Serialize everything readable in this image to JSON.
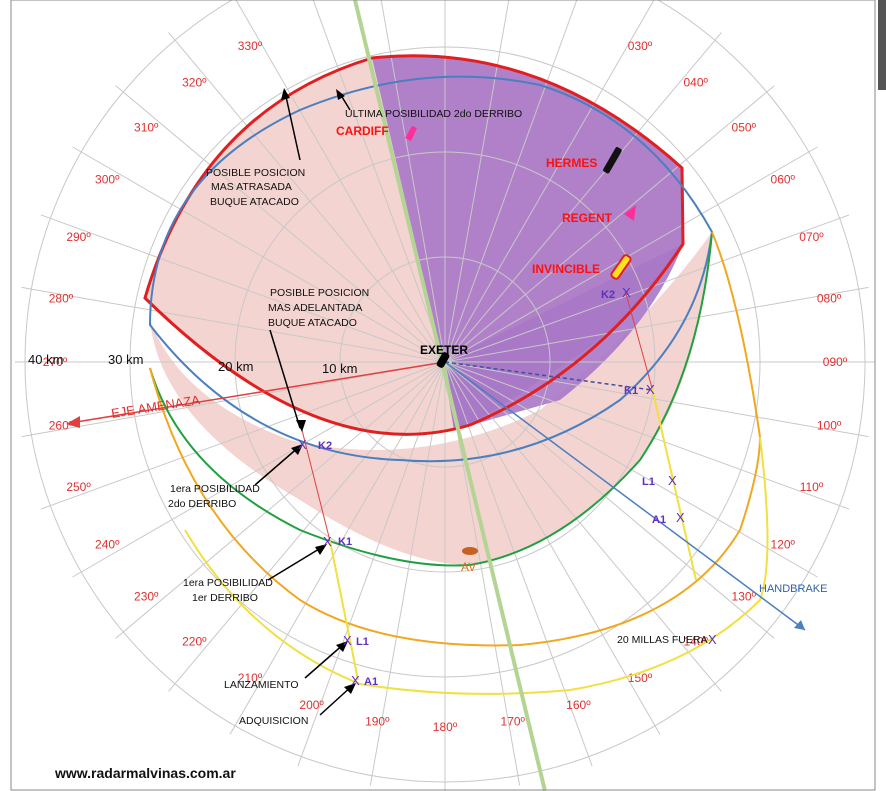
{
  "bearings": [
    {
      "label": "330º",
      "deg": 330
    },
    {
      "label": "320º",
      "deg": 320
    },
    {
      "label": "310º",
      "deg": 310
    },
    {
      "label": "300º",
      "deg": 300
    },
    {
      "label": "290º",
      "deg": 290
    },
    {
      "label": "280º",
      "deg": 280
    },
    {
      "label": "270º",
      "deg": 270
    },
    {
      "label": "260º",
      "deg": 260
    },
    {
      "label": "250º",
      "deg": 250
    },
    {
      "label": "240º",
      "deg": 240
    },
    {
      "label": "230º",
      "deg": 230
    },
    {
      "label": "220º",
      "deg": 220
    },
    {
      "label": "210º",
      "deg": 210
    },
    {
      "label": "200º",
      "deg": 200
    },
    {
      "label": "190º",
      "deg": 190
    },
    {
      "label": "180º",
      "deg": 180
    },
    {
      "label": "170º",
      "deg": 170
    },
    {
      "label": "160º",
      "deg": 160
    },
    {
      "label": "150º",
      "deg": 150
    },
    {
      "label": "140º",
      "deg": 140
    },
    {
      "label": "130º",
      "deg": 130
    },
    {
      "label": "120º",
      "deg": 120
    },
    {
      "label": "110º",
      "deg": 110
    },
    {
      "label": "100º",
      "deg": 100
    },
    {
      "label": "090º",
      "deg": 90
    },
    {
      "label": "080º",
      "deg": 80
    },
    {
      "label": "070º",
      "deg": 70
    },
    {
      "label": "060º",
      "deg": 60
    },
    {
      "label": "050º",
      "deg": 50
    },
    {
      "label": "040º",
      "deg": 40
    },
    {
      "label": "030º",
      "deg": 30
    }
  ],
  "ranges": {
    "r40": "40 km",
    "r30": "30 km",
    "r20": "20 km",
    "r10": "10 km"
  },
  "center_label": "EXETER",
  "ships": {
    "cardiff": "CARDIFF",
    "hermes": "HERMES",
    "regent": "REGENT",
    "invincible": "INVINCIBLE"
  },
  "annotations": {
    "ultima": "ULTIMA POSIBILIDAD 2do DERRIBO",
    "atrasada": [
      "POSIBLE POSICION",
      "MAS ATRASADA",
      "BUQUE ATACADO"
    ],
    "adelantada": [
      "POSIBLE POSICION",
      "MAS ADELANTADA",
      "BUQUE ATACADO"
    ],
    "primera_2do": [
      "1era POSIBILIDAD",
      "2do DERRIBO"
    ],
    "primera_1er": [
      "1era POSIBILIDAD",
      "1er DERRIBO"
    ],
    "lanzamiento": "LANZAMIENTO",
    "adquisicion": "ADQUISICION",
    "millas": "20 MILLAS FUERA",
    "eje": "EJE AMENAZA",
    "handbrake": "HANDBRAKE",
    "av": "AV"
  },
  "markers": {
    "k2": "K2",
    "k1": "K1",
    "l1": "L1",
    "a1": "A1"
  },
  "website": "www.radarmalvinas.com.ar",
  "colors": {
    "red_line": "#e02020",
    "blue_line": "#4a7fc0",
    "green_line": "#20a040",
    "yellow_line": "#f0e040",
    "orange_line": "#f0a820",
    "zone_pink": "#f4d0cc",
    "zone_purple": "#a070c8",
    "track_green": "#b0d090"
  }
}
